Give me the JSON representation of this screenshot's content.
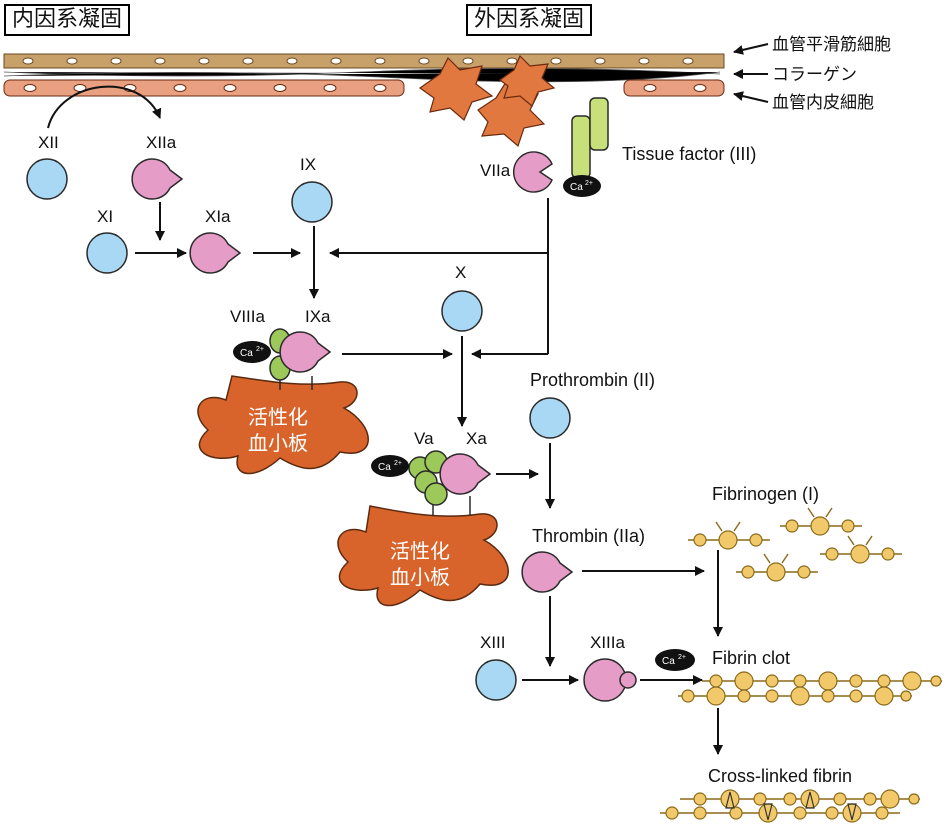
{
  "titles": {
    "intrinsic": "内因系凝固",
    "extrinsic": "外因系凝固"
  },
  "vessel_labels": {
    "smooth_muscle": "血管平滑筋細胞",
    "collagen": "コラーゲン",
    "endothelium": "血管内皮細胞"
  },
  "factors": {
    "xii": "XII",
    "xiia": "XIIa",
    "xi": "XI",
    "xia": "XIa",
    "ix": "IX",
    "ixa": "IXa",
    "viiia": "VIIIa",
    "viia": "VIIa",
    "tissue_factor": "Tissue factor (III)",
    "x": "X",
    "xa": "Xa",
    "va": "Va",
    "prothrombin": "Prothrombin (II)",
    "thrombin": "Thrombin (IIa)",
    "fibrinogen": "Fibrinogen (I)",
    "xiii": "XIII",
    "xiiia": "XIIIa",
    "fibrin_clot": "Fibrin clot",
    "cross_linked": "Cross-linked fibrin"
  },
  "ion": {
    "main": "Ca",
    "sup": "2+"
  },
  "platelet": {
    "line1": "活性化",
    "line2": "血小板"
  }
}
